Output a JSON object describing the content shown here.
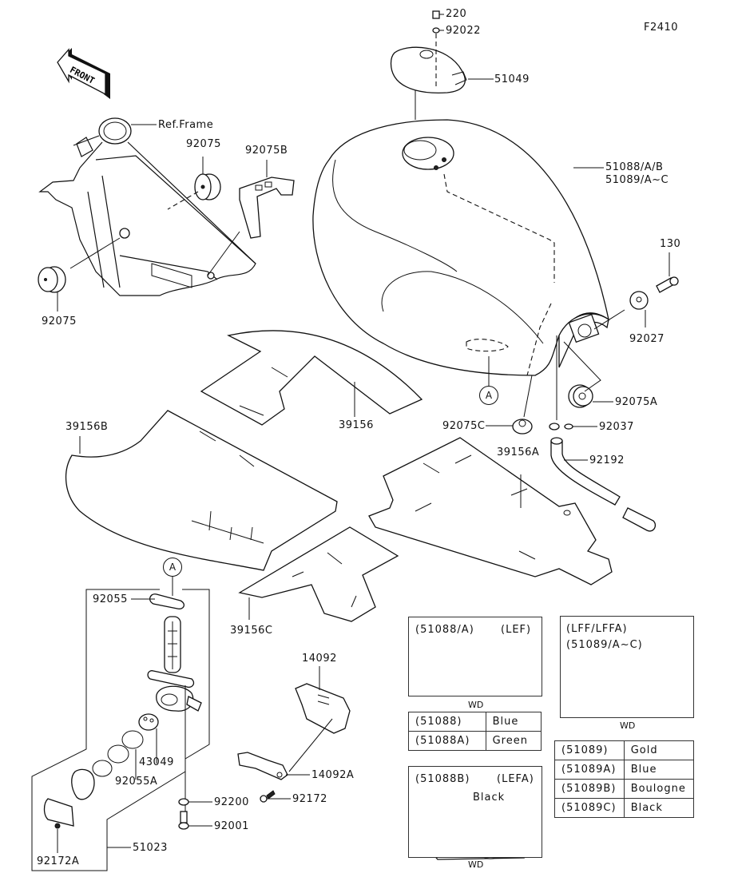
{
  "diagram_code": "F2410",
  "front_arrow": "FRONT",
  "labels": {
    "p220": "220",
    "p92022": "92022",
    "p51049": "51049",
    "ref_frame": "Ref.Frame",
    "p92075_top": "92075",
    "p92075B": "92075B",
    "p92075_left": "92075",
    "tank_line1": "51088/A/B",
    "tank_line2": "51089/A~C",
    "p130": "130",
    "p92027": "92027",
    "p92075A": "92075A",
    "p92075C": "92075C",
    "p92037": "92037",
    "p92192": "92192",
    "p39156": "39156",
    "p39156A": "39156A",
    "p39156B": "39156B",
    "p39156C": "39156C",
    "p92055": "92055",
    "p43049": "43049",
    "p92055A": "92055A",
    "p92200": "92200",
    "p92001": "92001",
    "p92172A": "92172A",
    "p51023": "51023",
    "p14092": "14092",
    "p14092A": "14092A",
    "p92172": "92172",
    "ref_A_tank": "A",
    "ref_A_cock": "A"
  },
  "legends": {
    "lef": {
      "code": "(51088/A)",
      "model": "(LEF)",
      "caption": "WD"
    },
    "lff": {
      "model": "(LFF/LFFA)",
      "code": "(51089/A~C)",
      "caption": "WD"
    },
    "lefa": {
      "code": "(51088B)",
      "model": "(LEFA)",
      "color_note": "Black",
      "caption": "WD"
    }
  },
  "color_table_51088": [
    {
      "part": "(51088)",
      "color": "Blue"
    },
    {
      "part": "(51088A)",
      "color": "Green"
    }
  ],
  "color_table_51089": [
    {
      "part": "(51089)",
      "color": "Gold"
    },
    {
      "part": "(51089A)",
      "color": "Blue"
    },
    {
      "part": "(51089B)",
      "color": "Boulogne"
    },
    {
      "part": "(51089C)",
      "color": "Black"
    }
  ]
}
